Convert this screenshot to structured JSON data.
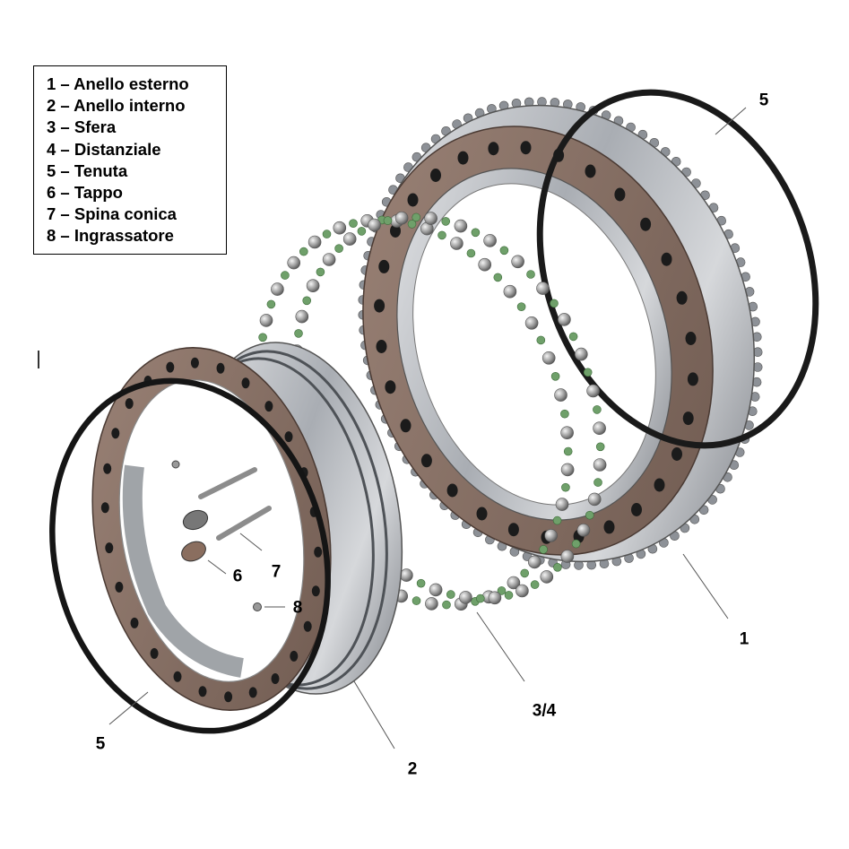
{
  "legend": {
    "items": [
      "1 – Anello esterno",
      "2 – Anello interno",
      "3 – Sfera",
      "4 – Distanziale",
      "5 – Tenuta",
      "6 – Tappo",
      "7 – Spina conica",
      "8 – Ingrassatore"
    ]
  },
  "callouts": {
    "outer_ring": "1",
    "inner_ring": "2",
    "balls_spacers": "3/4",
    "seal_right": "5",
    "seal_left": "5",
    "plug": "6",
    "taper_pin": "7",
    "grease_nipple": "8"
  },
  "colors": {
    "ring_face": "#8a7268",
    "ring_steel": "#b9bcc1",
    "ball": "#9a9a9a",
    "spacer": "#6fa06a",
    "seal": "#1a1a1a",
    "leader": "#555555"
  },
  "icons": {
    "outer_ring": "toothed-ring",
    "inner_ring": "flanged-ring",
    "seal": "o-ring",
    "ball_cage": "ball-chain"
  }
}
